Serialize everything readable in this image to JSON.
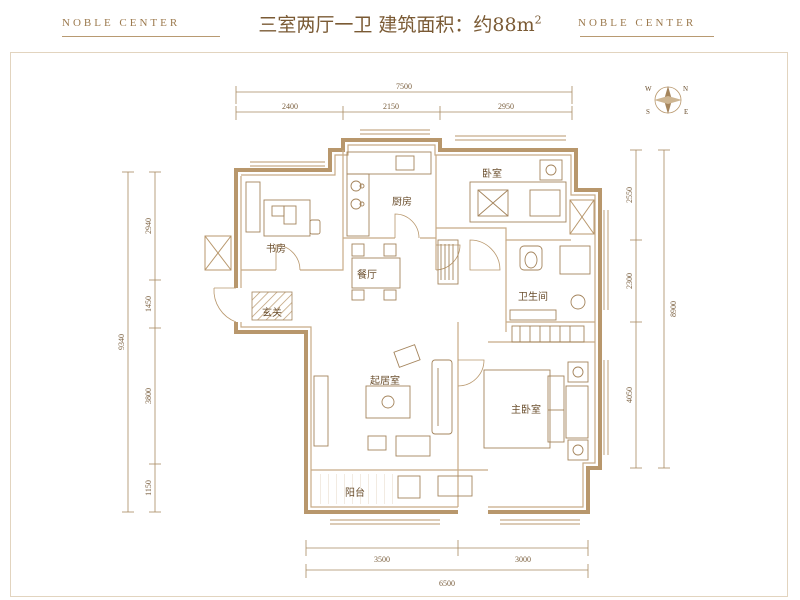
{
  "header": {
    "brand_left": "NOBLE CENTER",
    "brand_right": "NOBLE CENTER",
    "title": "三室两厅一卫 建筑面积：约88m",
    "title_sup": "2"
  },
  "compass": {
    "n": "N",
    "e": "E",
    "s": "S",
    "w": "W"
  },
  "dimensions": {
    "top_total": "7500",
    "top_1": "2400",
    "top_2": "2150",
    "top_3": "2950",
    "left_total": "9340",
    "left_1": "2940",
    "left_2": "1450",
    "left_3": "3800",
    "left_4": "1150",
    "right_total": "8900",
    "right_1": "2550",
    "right_2": "2300",
    "right_3": "4050",
    "bottom_total": "6500",
    "bottom_1": "3500",
    "bottom_2": "3000"
  },
  "rooms": {
    "kitchen": "厨房",
    "bedroom": "卧室",
    "study": "书房",
    "dining": "餐厅",
    "bathroom": "卫生间",
    "entrance": "玄关",
    "living": "起居室",
    "master_bedroom": "主卧室",
    "balcony": "阳台"
  },
  "colors": {
    "wall": "#b8976c",
    "furniture": "#a4845c",
    "text": "#6b4f2e",
    "accent": "#9c7a4e"
  }
}
